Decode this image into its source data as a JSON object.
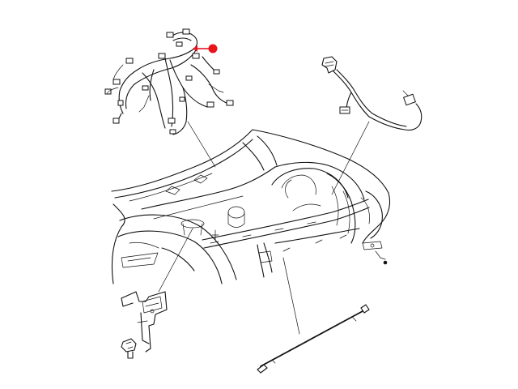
{
  "diagram": {
    "type": "exploded-parts-view",
    "colors": {
      "line": "#111111",
      "background": "#ffffff",
      "callout_marker": "#e8141c"
    },
    "parts": [
      {
        "name": "main-wiring-harness",
        "highlighted": true
      },
      {
        "name": "headlamp-connector-harness",
        "highlighted": false
      },
      {
        "name": "mounting-bracket",
        "highlighted": false
      },
      {
        "name": "mounting-bolt",
        "highlighted": false
      },
      {
        "name": "ground-strap-cable",
        "highlighted": false
      },
      {
        "name": "vehicle-front-body-structure",
        "highlighted": false
      }
    ],
    "callout": {
      "marker": "red-dot",
      "arrow_direction": "left"
    }
  }
}
